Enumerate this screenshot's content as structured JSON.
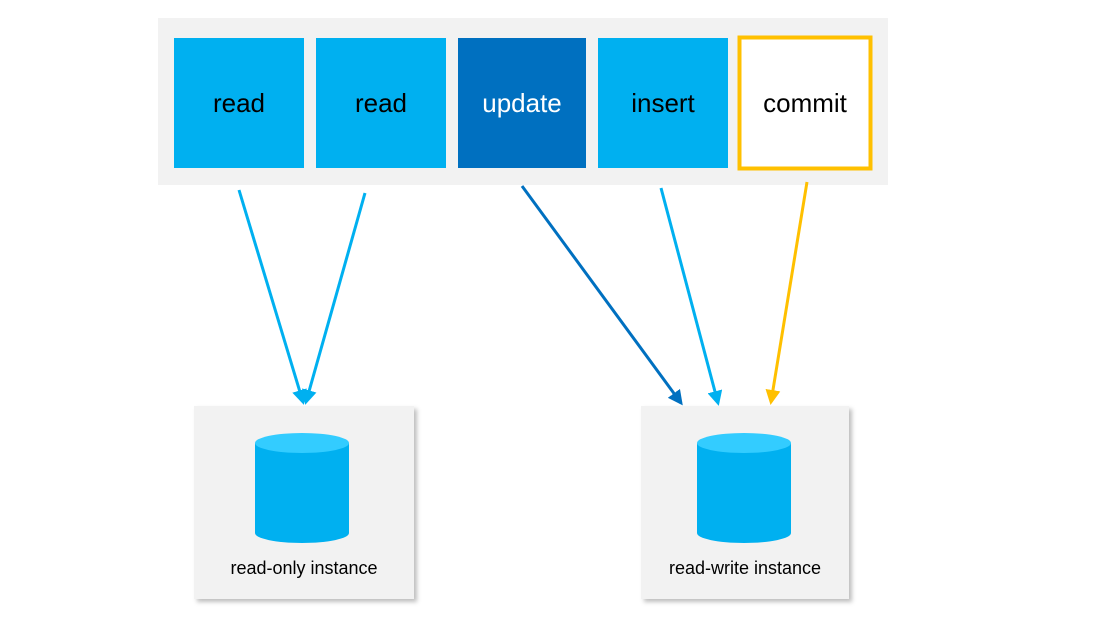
{
  "colors": {
    "read": "#00b0f0",
    "update": "#0070c0",
    "insert": "#00b0f0",
    "commit_border": "#ffc000",
    "commit_fill": "#ffffff",
    "panel": "#f2f2f2",
    "cylinder_body": "#00b0f0",
    "cylinder_top": "#33ccff"
  },
  "operations": [
    {
      "label": "read",
      "target": "read-only"
    },
    {
      "label": "read",
      "target": "read-only"
    },
    {
      "label": "update",
      "target": "read-write"
    },
    {
      "label": "insert",
      "target": "read-write"
    },
    {
      "label": "commit",
      "target": "read-write"
    }
  ],
  "instances": [
    {
      "id": "read-only",
      "label": "read-only instance",
      "icon": "database-icon"
    },
    {
      "id": "read-write",
      "label": "read-write instance",
      "icon": "database-icon"
    }
  ]
}
